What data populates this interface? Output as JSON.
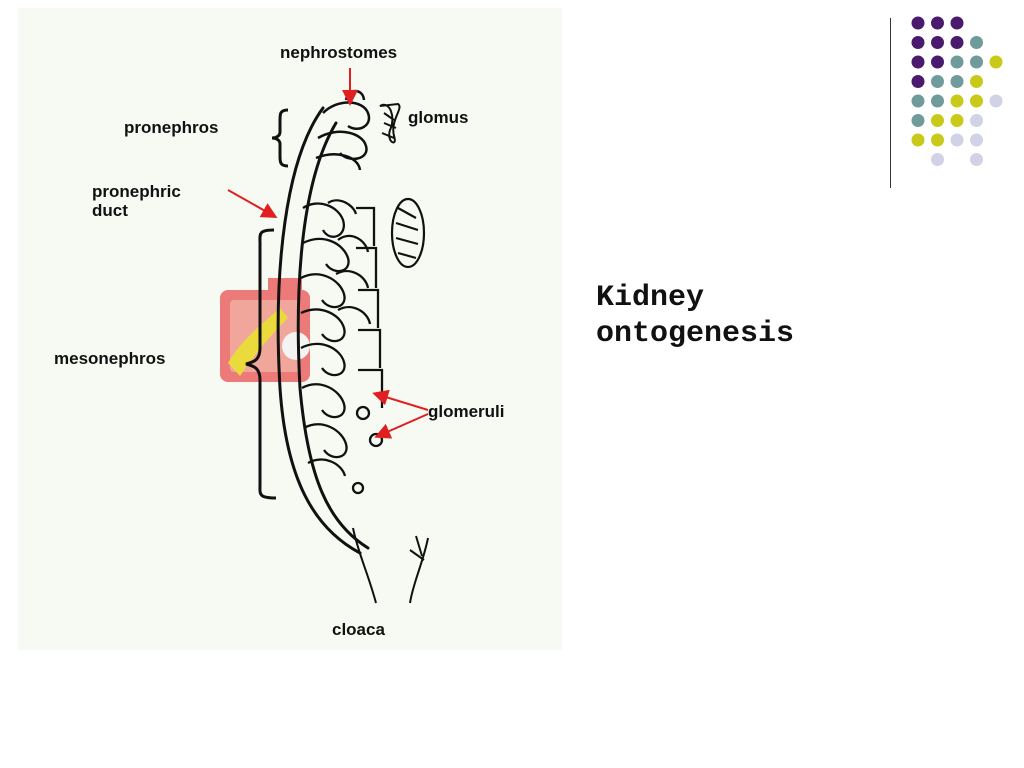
{
  "title": {
    "line1": "Kidney",
    "line2": "ontogenesis"
  },
  "diagram": {
    "labels": {
      "nephrostomes": "nephrostomes",
      "pronephros": "pronephros",
      "glomus": "glomus",
      "pronephric_duct_line1": "pronephric",
      "pronephric_duct_line2": "duct",
      "mesonephros": "mesonephros",
      "glomeruli": "glomeruli",
      "cloaca": "cloaca"
    },
    "colors": {
      "arrow": "#e02020",
      "ink": "#111111",
      "panel_bg": "#f7faf2",
      "watermark": "#e85050"
    },
    "watermark_icon": "book-stamp-icon"
  },
  "decoration": {
    "dot_colors": {
      "purple": "#4a1a6e",
      "teal": "#6f9c9b",
      "yellow": "#c9c91a",
      "lavender": "#d2d2e6"
    },
    "dot_grid": [
      [
        "purple",
        "purple",
        "purple",
        "",
        "",
        ""
      ],
      [
        "purple",
        "purple",
        "purple",
        "teal",
        "",
        ""
      ],
      [
        "purple",
        "purple",
        "teal",
        "teal",
        "yellow",
        ""
      ],
      [
        "purple",
        "teal",
        "teal",
        "yellow",
        "",
        ""
      ],
      [
        "teal",
        "teal",
        "yellow",
        "yellow",
        "lavender",
        ""
      ],
      [
        "teal",
        "yellow",
        "yellow",
        "lavender",
        "",
        ""
      ],
      [
        "yellow",
        "yellow",
        "lavender",
        "lavender",
        "",
        ""
      ],
      [
        "",
        "lavender",
        "",
        "lavender",
        "",
        ""
      ]
    ]
  }
}
